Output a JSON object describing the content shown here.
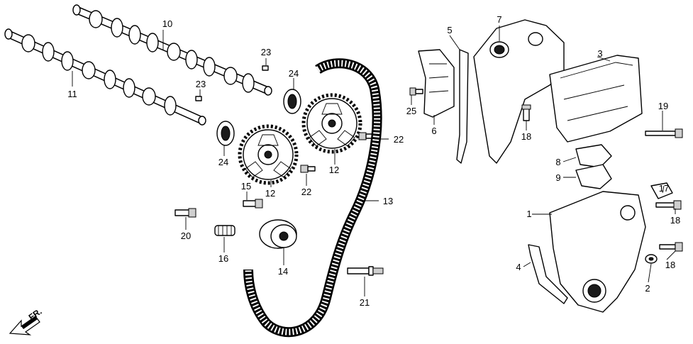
{
  "diagram": {
    "direction_marker": {
      "label": "FR.",
      "icon": "front-arrow-icon"
    },
    "callouts": [
      {
        "id": "c10a",
        "label": "10"
      },
      {
        "id": "c11",
        "label": "11"
      },
      {
        "id": "c23a",
        "label": "23"
      },
      {
        "id": "c23b",
        "label": "23"
      },
      {
        "id": "c24a",
        "label": "24"
      },
      {
        "id": "c24b",
        "label": "24"
      },
      {
        "id": "c12a",
        "label": "12"
      },
      {
        "id": "c12b",
        "label": "12"
      },
      {
        "id": "c22a",
        "label": "22"
      },
      {
        "id": "c22b",
        "label": "22"
      },
      {
        "id": "c15",
        "label": "15"
      },
      {
        "id": "c13",
        "label": "13"
      },
      {
        "id": "c20",
        "label": "20"
      },
      {
        "id": "c16",
        "label": "16"
      },
      {
        "id": "c14",
        "label": "14"
      },
      {
        "id": "c21",
        "label": "21"
      },
      {
        "id": "c5",
        "label": "5"
      },
      {
        "id": "c7",
        "label": "7"
      },
      {
        "id": "c3",
        "label": "3"
      },
      {
        "id": "c25",
        "label": "25"
      },
      {
        "id": "c6",
        "label": "6"
      },
      {
        "id": "c18a",
        "label": "18"
      },
      {
        "id": "c19",
        "label": "19"
      },
      {
        "id": "c8",
        "label": "8"
      },
      {
        "id": "c9",
        "label": "9"
      },
      {
        "id": "c17",
        "label": "17"
      },
      {
        "id": "c1",
        "label": "1"
      },
      {
        "id": "c18b",
        "label": "18"
      },
      {
        "id": "c4",
        "label": "4"
      },
      {
        "id": "c18c",
        "label": "18"
      },
      {
        "id": "c2",
        "label": "2"
      }
    ]
  }
}
